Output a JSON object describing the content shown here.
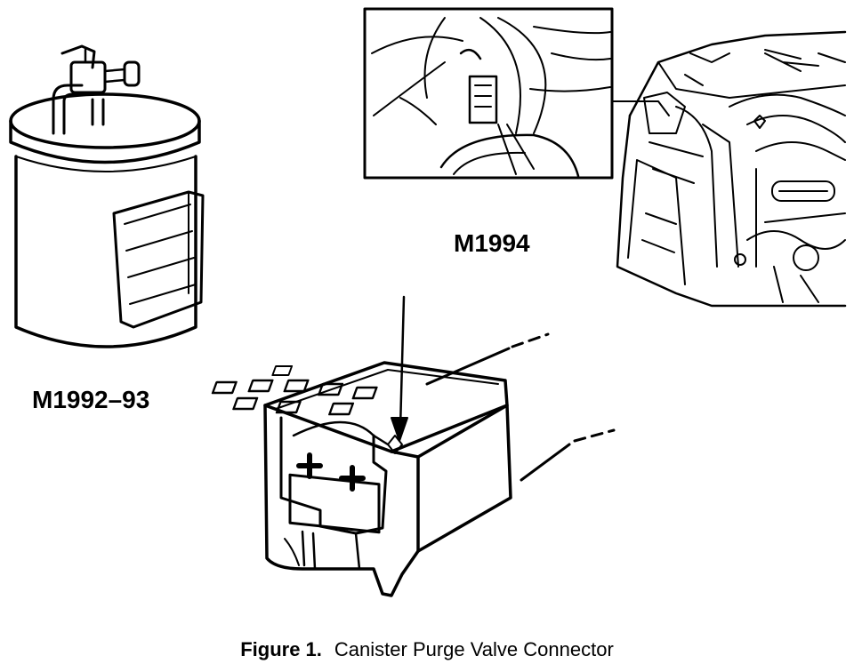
{
  "labels": {
    "model_1994": "M1994",
    "model_1992_93": "M1992–93"
  },
  "caption": {
    "number": "Figure 1.",
    "title": "Canister Purge Valve Connector"
  }
}
